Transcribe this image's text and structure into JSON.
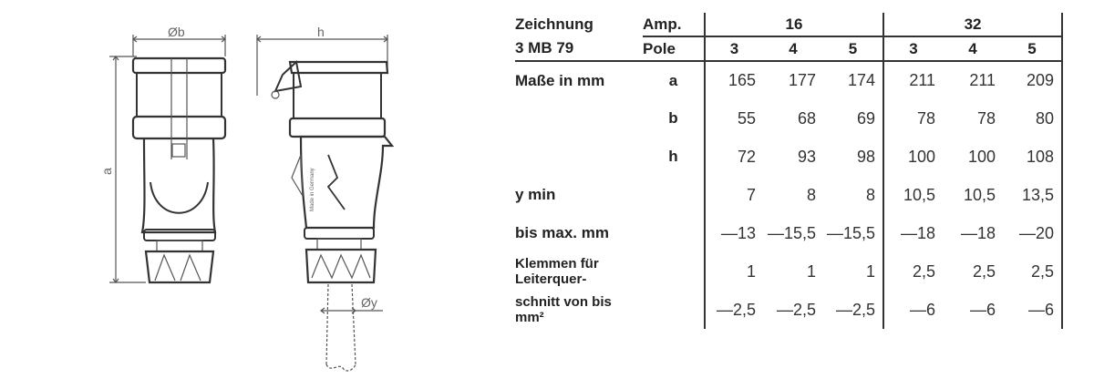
{
  "drawing": {
    "front_view": {
      "dim_width_label": "Øb",
      "dim_height_label": "a"
    },
    "side_view": {
      "dim_width_label": "h",
      "dim_cable_label": "Øy",
      "imprint": "Made in Germany"
    }
  },
  "table": {
    "header": {
      "col0_row1": "Zeichnung",
      "col0_row2": "3 MB 79",
      "col1_row1": "Amp.",
      "col1_row2": "Pole",
      "amp_groups": [
        "16",
        "32"
      ],
      "poles": [
        "3",
        "4",
        "5",
        "3",
        "4",
        "5"
      ]
    },
    "rows": [
      {
        "label": "Maße in mm",
        "sub": "a",
        "values": [
          "165",
          "177",
          "174",
          "211",
          "211",
          "209"
        ]
      },
      {
        "label": "",
        "sub": "b",
        "values": [
          "55",
          "68",
          "69",
          "78",
          "78",
          "80"
        ]
      },
      {
        "label": "",
        "sub": "h",
        "values": [
          "72",
          "93",
          "98",
          "100",
          "100",
          "108"
        ]
      },
      {
        "label": "y min",
        "sub": "",
        "values": [
          "7",
          "8",
          "8",
          "10,5",
          "10,5",
          "13,5"
        ]
      },
      {
        "label": "bis max. mm",
        "sub": "",
        "values": [
          "—13",
          "—15,5",
          "—15,5",
          "—18",
          "—18",
          "—20"
        ]
      },
      {
        "label": "Klemmen für Leiterquer-",
        "sub": "",
        "values": [
          "1",
          "1",
          "1",
          "2,5",
          "2,5",
          "2,5"
        ]
      },
      {
        "label": "schnitt von bis mm²",
        "sub": "",
        "values": [
          "—2,5",
          "—2,5",
          "—2,5",
          "—6",
          "—6",
          "—6"
        ]
      }
    ]
  }
}
